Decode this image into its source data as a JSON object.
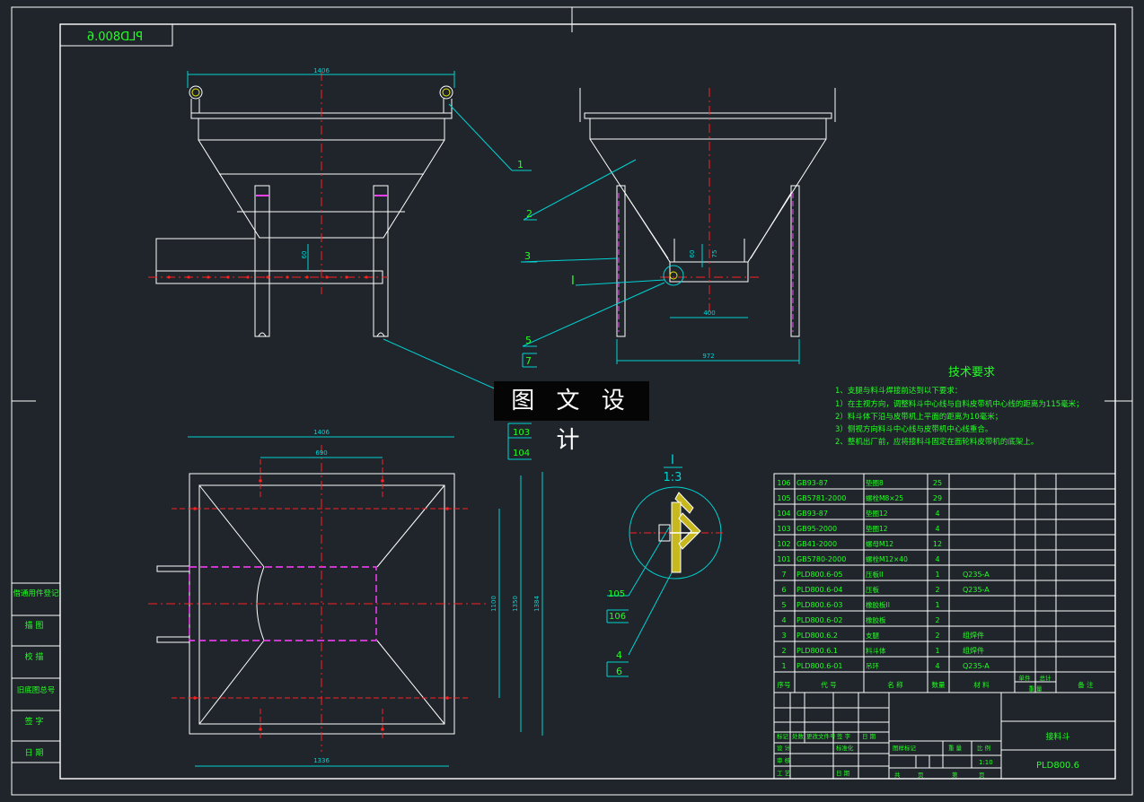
{
  "drawing": {
    "stamp_number_mirrored": "PLD800.6",
    "labels": {
      "top_width": "1406",
      "plan_width": "1406",
      "plan_inner": "690",
      "plan_bottom": "1336",
      "height_a": "1100",
      "height_b": "1350",
      "height_c": "1384",
      "side_400": "400",
      "side_972": "972",
      "small_60_front": "60",
      "small_60_side": "60",
      "small_75_side": "75"
    },
    "balloons": [
      "1",
      "2",
      "3",
      "5",
      "7",
      "103",
      "104",
      "105",
      "106",
      "4",
      "6"
    ],
    "detail_marker": "I",
    "detail_title": "I",
    "detail_scale": "1:3",
    "tech_title": "技术要求",
    "tech_lines": [
      "1、支腿与料斗焊接前达到以下要求：",
      "1）在主视方向，调整料斗中心线与自料皮带机中心线的距离为115毫米；",
      "2）料斗体下沿与皮带机上平面的距离为10毫米；",
      "3）侧视方向料斗中心线与皮带机中心线重合。",
      "2、整机出厂前，应将接料斗固定在面轮料皮带机的底架上。"
    ]
  },
  "left_block": [
    "借通用件登记",
    "描 图",
    "校 描",
    "旧底图总号",
    "签 字",
    "日 期"
  ],
  "bom": {
    "rows": [
      {
        "no": "106",
        "code": "GB93-87",
        "name": "垫圈8",
        "qty": "25",
        "mat": ""
      },
      {
        "no": "105",
        "code": "GB5781-2000",
        "name": "螺栓M8×25",
        "qty": "29",
        "mat": ""
      },
      {
        "no": "104",
        "code": "GB93-87",
        "name": "垫圈12",
        "qty": "4",
        "mat": ""
      },
      {
        "no": "103",
        "code": "GB95-2000",
        "name": "垫圈12",
        "qty": "4",
        "mat": ""
      },
      {
        "no": "102",
        "code": "GB41-2000",
        "name": "螺母M12",
        "qty": "12",
        "mat": ""
      },
      {
        "no": "101",
        "code": "GB5780-2000",
        "name": "螺栓M12×40",
        "qty": "4",
        "mat": ""
      },
      {
        "no": "7",
        "code": "PLD800.6-05",
        "name": "压板II",
        "qty": "1",
        "mat": "Q235-A"
      },
      {
        "no": "6",
        "code": "PLD800.6-04",
        "name": "压板",
        "qty": "2",
        "mat": "Q235-A"
      },
      {
        "no": "5",
        "code": "PLD800.6-03",
        "name": "橡胶板II",
        "qty": "1",
        "mat": ""
      },
      {
        "no": "4",
        "code": "PLD800.6-02",
        "name": "橡胶板",
        "qty": "2",
        "mat": ""
      },
      {
        "no": "3",
        "code": "PLD800.6.2",
        "name": "支腿",
        "qty": "2",
        "mat": "组焊件"
      },
      {
        "no": "2",
        "code": "PLD800.6.1",
        "name": "料斗体",
        "qty": "1",
        "mat": "组焊件"
      },
      {
        "no": "1",
        "code": "PLD800.6-01",
        "name": "吊环",
        "qty": "4",
        "mat": "Q235-A"
      }
    ],
    "header": {
      "seq": "序号",
      "code": "代 号",
      "name": "名 称",
      "qty": "数量",
      "mat": "材 料",
      "single": "单件",
      "total": "总计",
      "weight": "重 量",
      "note": "备 注"
    }
  },
  "title_block": {
    "part_name": "接料斗",
    "drawing_no": "PLD800.6",
    "cells": [
      "标记",
      "处数",
      "更改文件号",
      "签 字",
      "日 期",
      "设 计",
      "标准化",
      "审 核",
      "工 艺",
      "日 期",
      "图样标记",
      "重 量",
      "比 例",
      "1:10",
      "共",
      "页",
      "第",
      "页"
    ]
  },
  "colors": {
    "white": "#ffffff",
    "green": "#22ff22",
    "cyan": "#00d2d2",
    "red": "#ff2020",
    "magenta": "#ff40ff",
    "yellow": "#e8e800",
    "bg": "#1f252b"
  }
}
